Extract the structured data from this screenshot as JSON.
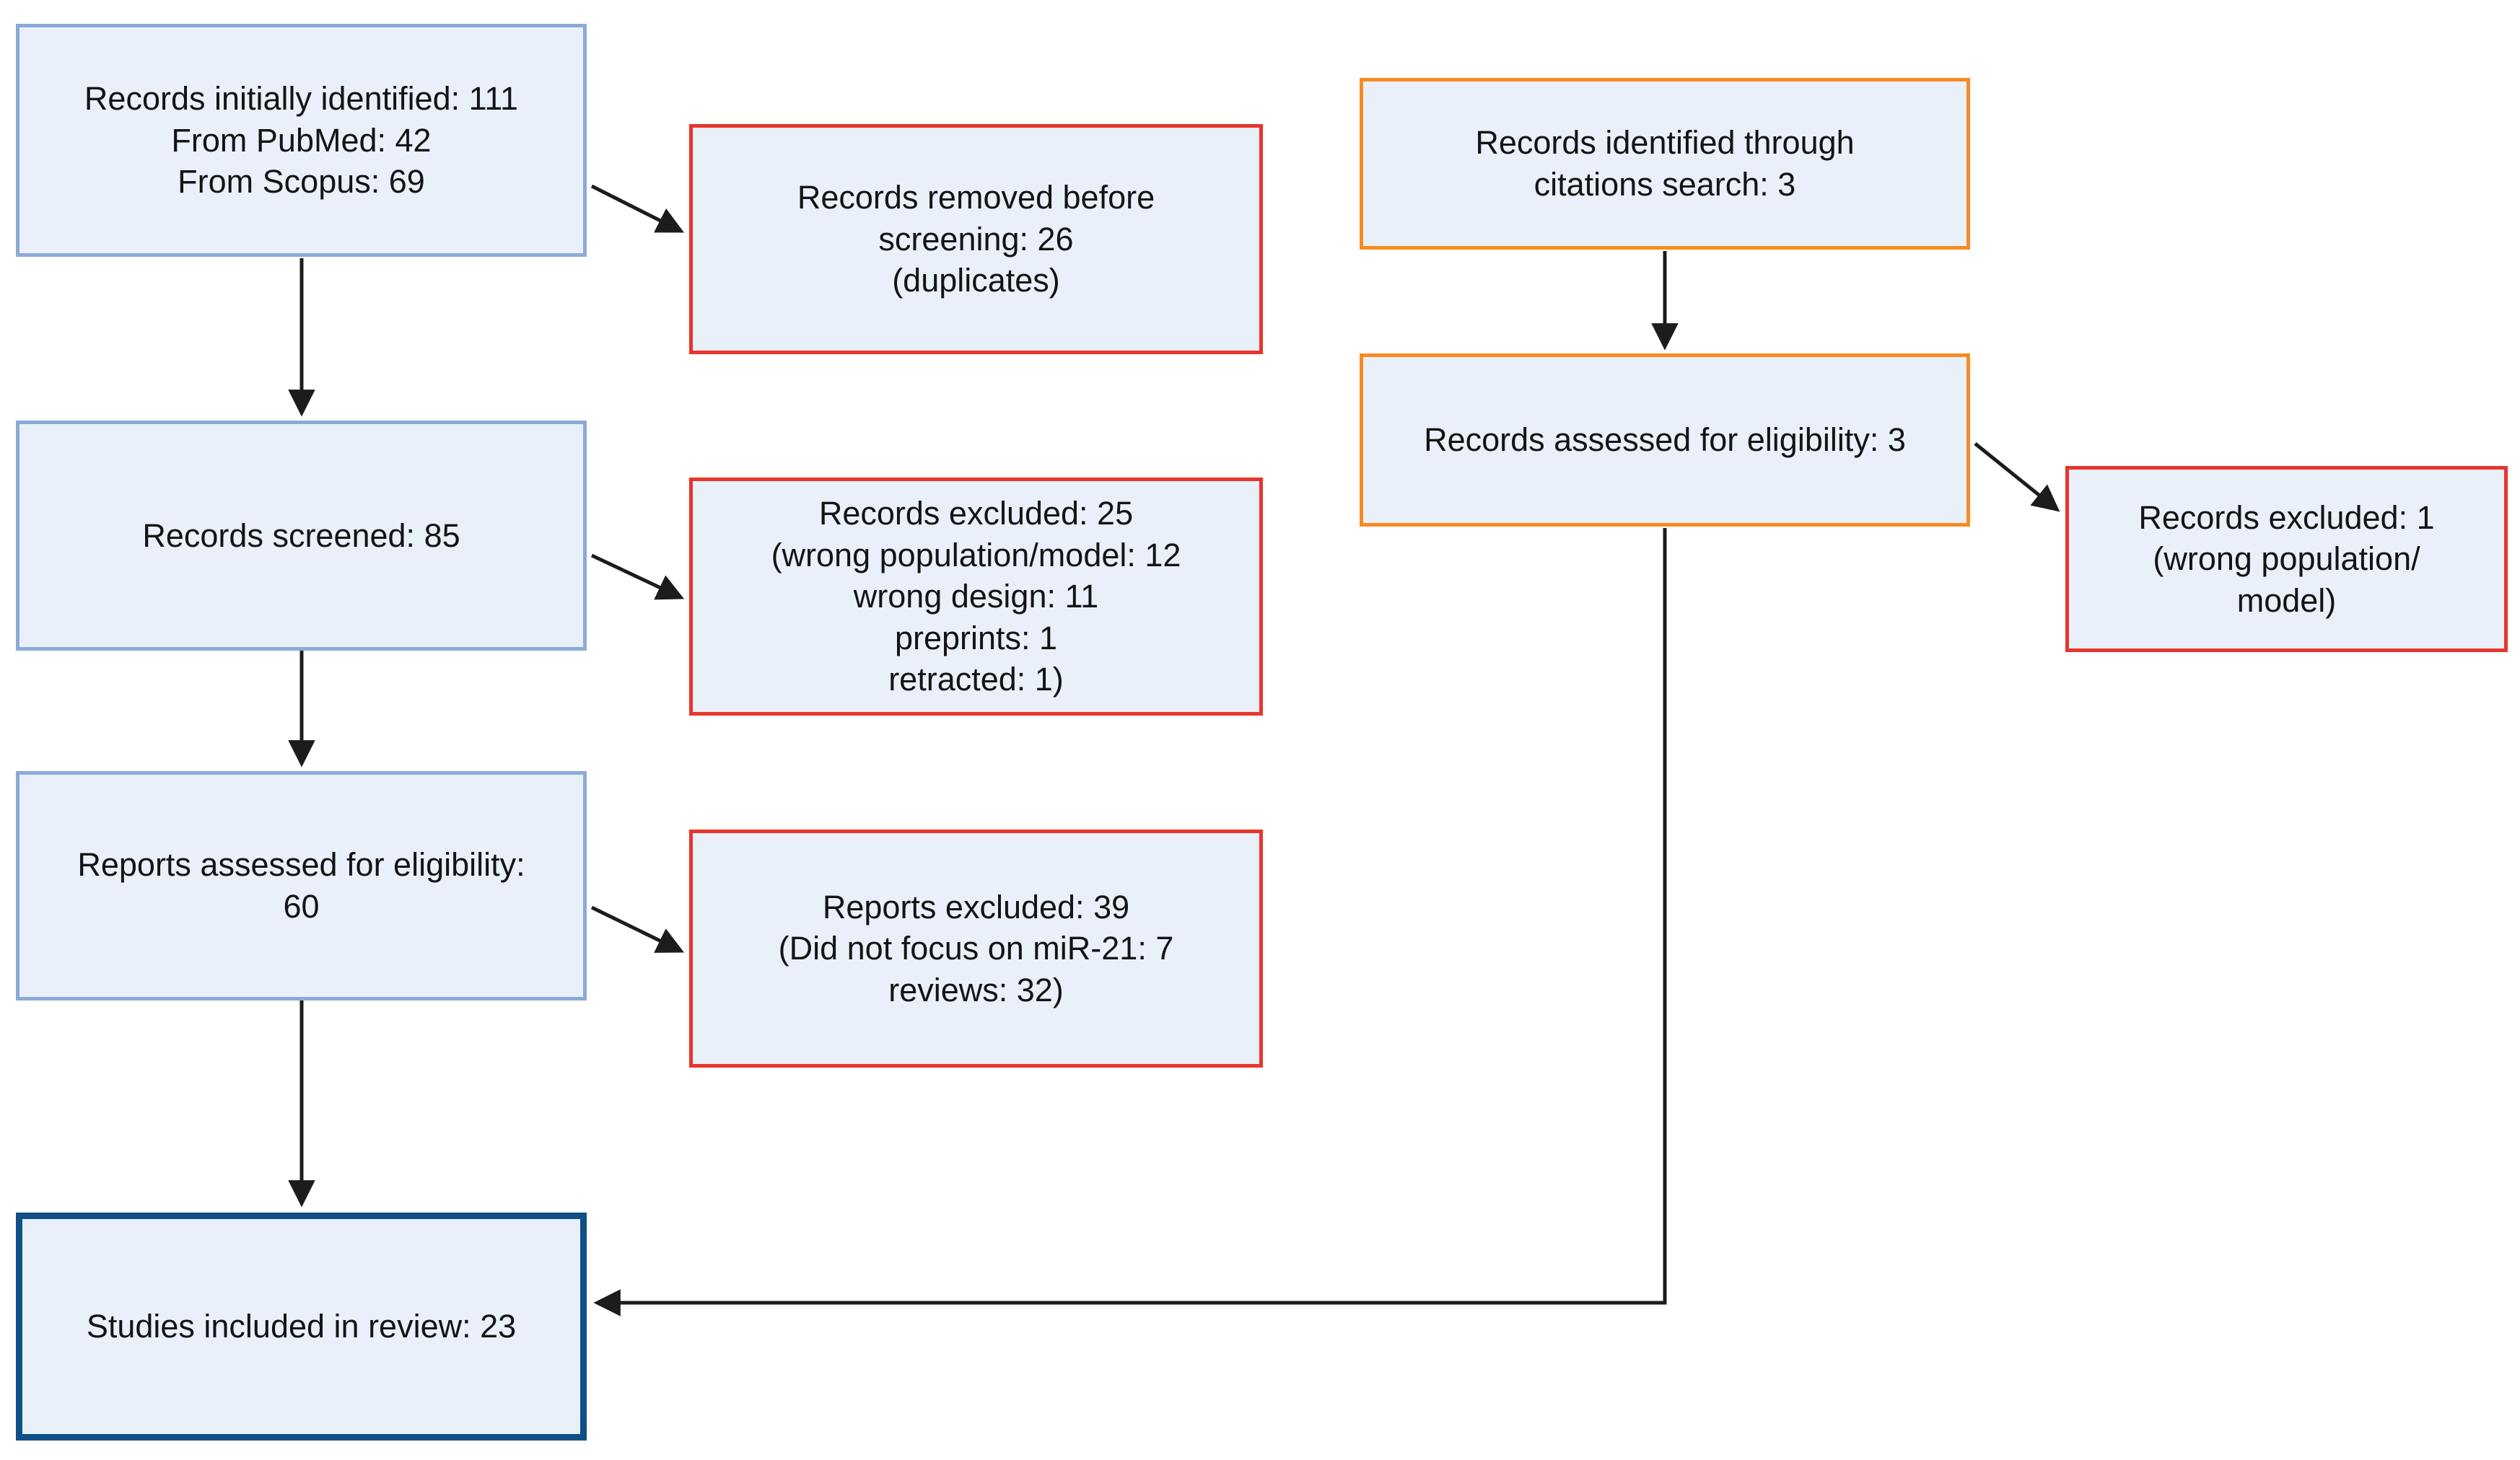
{
  "colors": {
    "box_fill": "#e9f0fa",
    "blue_border": "#8caad8",
    "navy_border": "#0f5086",
    "red_border": "#e8352b",
    "orange_border": "#f78b21",
    "arrow": "#1c1c1c",
    "text": "#141414",
    "background": "#ffffff"
  },
  "boxes": {
    "identified": {
      "text": "Records initially identified: 111\nFrom PubMed: 42\nFrom Scopus: 69"
    },
    "screened": {
      "text": "Records screened: 85"
    },
    "assessed": {
      "text": "Reports assessed for eligibility:\n60"
    },
    "included": {
      "text": "Studies included in review: 23"
    },
    "removed": {
      "text": "Records removed before\nscreening: 26\n(duplicates)"
    },
    "excluded_screening": {
      "text": "Records excluded: 25\n(wrong population/model: 12\nwrong design: 11\npreprints: 1\nretracted: 1)"
    },
    "excluded_reports": {
      "text": "Reports excluded: 39\n(Did not focus on miR-21: 7\nreviews: 32)"
    },
    "citations": {
      "text": "Records identified through\ncitations search: 3"
    },
    "citations_assessed": {
      "text": "Records assessed for eligibility: 3"
    },
    "citations_excluded": {
      "text": "Records excluded: 1\n(wrong population/\nmodel)"
    }
  }
}
